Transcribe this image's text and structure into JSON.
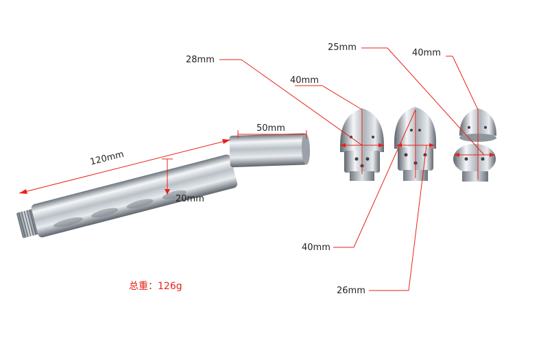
{
  "colors": {
    "dimension_line": "#e62117",
    "label_text": "#222222",
    "weight_text": "#e62117",
    "chrome_light": "#f4f6f8",
    "chrome_mid": "#b9c0c7",
    "chrome_dark": "#5c636b",
    "background": "#ffffff"
  },
  "labels": {
    "tube_length": "120mm",
    "tube_bend": "50mm",
    "tube_diameter": "20mm",
    "head1_diameter": "28mm",
    "head1_height": "40mm",
    "head2_diameter": "25mm",
    "head2_height": "40mm",
    "head3_height": "40mm",
    "head2_neck": "26mm"
  },
  "weight_text": "总重：126g"
}
